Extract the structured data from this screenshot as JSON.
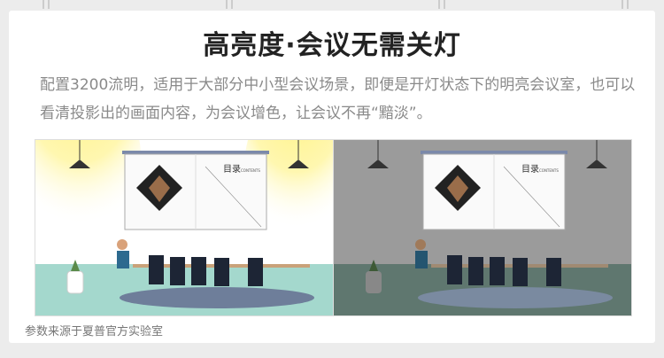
{
  "title": "高亮度·会议无需关灯",
  "description": "配置3200流明，适用于大部分中小型会议场景，即便是开灯状态下的明亮会议室，也可以看清投影出的画面内容，为会议增色，让会议不再“黯淡”。",
  "screen": {
    "heading": "目录",
    "subheading": "CONTENTS"
  },
  "caption": "参数来源于夏普官方实验室",
  "colors": {
    "lit_wall": "#ffffff",
    "lit_floor": "#a4d8cd",
    "dark_wall": "#9b9b9b",
    "dark_floor": "#5f776f",
    "light": "#fff27a"
  }
}
